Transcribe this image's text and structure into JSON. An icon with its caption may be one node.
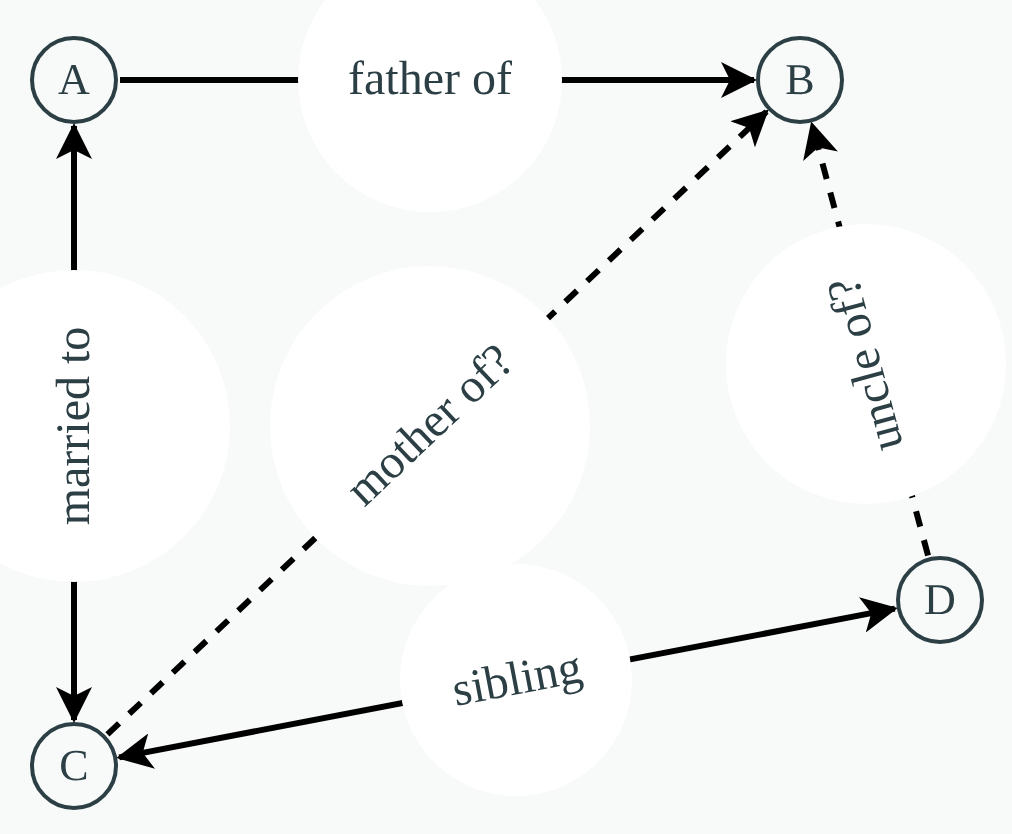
{
  "diagram": {
    "nodes": [
      {
        "text": [
          "A"
        ]
      },
      {
        "text": [
          "B"
        ]
      },
      {
        "text": [
          "C"
        ]
      },
      {
        "text": [
          "D"
        ]
      }
    ],
    "edges": [
      {
        "from": 0,
        "to": 1,
        "arrow": "to",
        "label": "father of"
      },
      {
        "from": 2,
        "to": 0,
        "arrow": "both",
        "label": "married to"
      },
      {
        "from": 2,
        "to": 1,
        "arrow": "to",
        "label": "mother of?",
        "style": "dashed"
      },
      {
        "from": 3,
        "to": 1,
        "arrow": "to",
        "label": "uncle of?",
        "style": "dashed"
      },
      {
        "from": 2,
        "to": 3,
        "arrow": "both",
        "label": "sibling"
      }
    ]
  }
}
